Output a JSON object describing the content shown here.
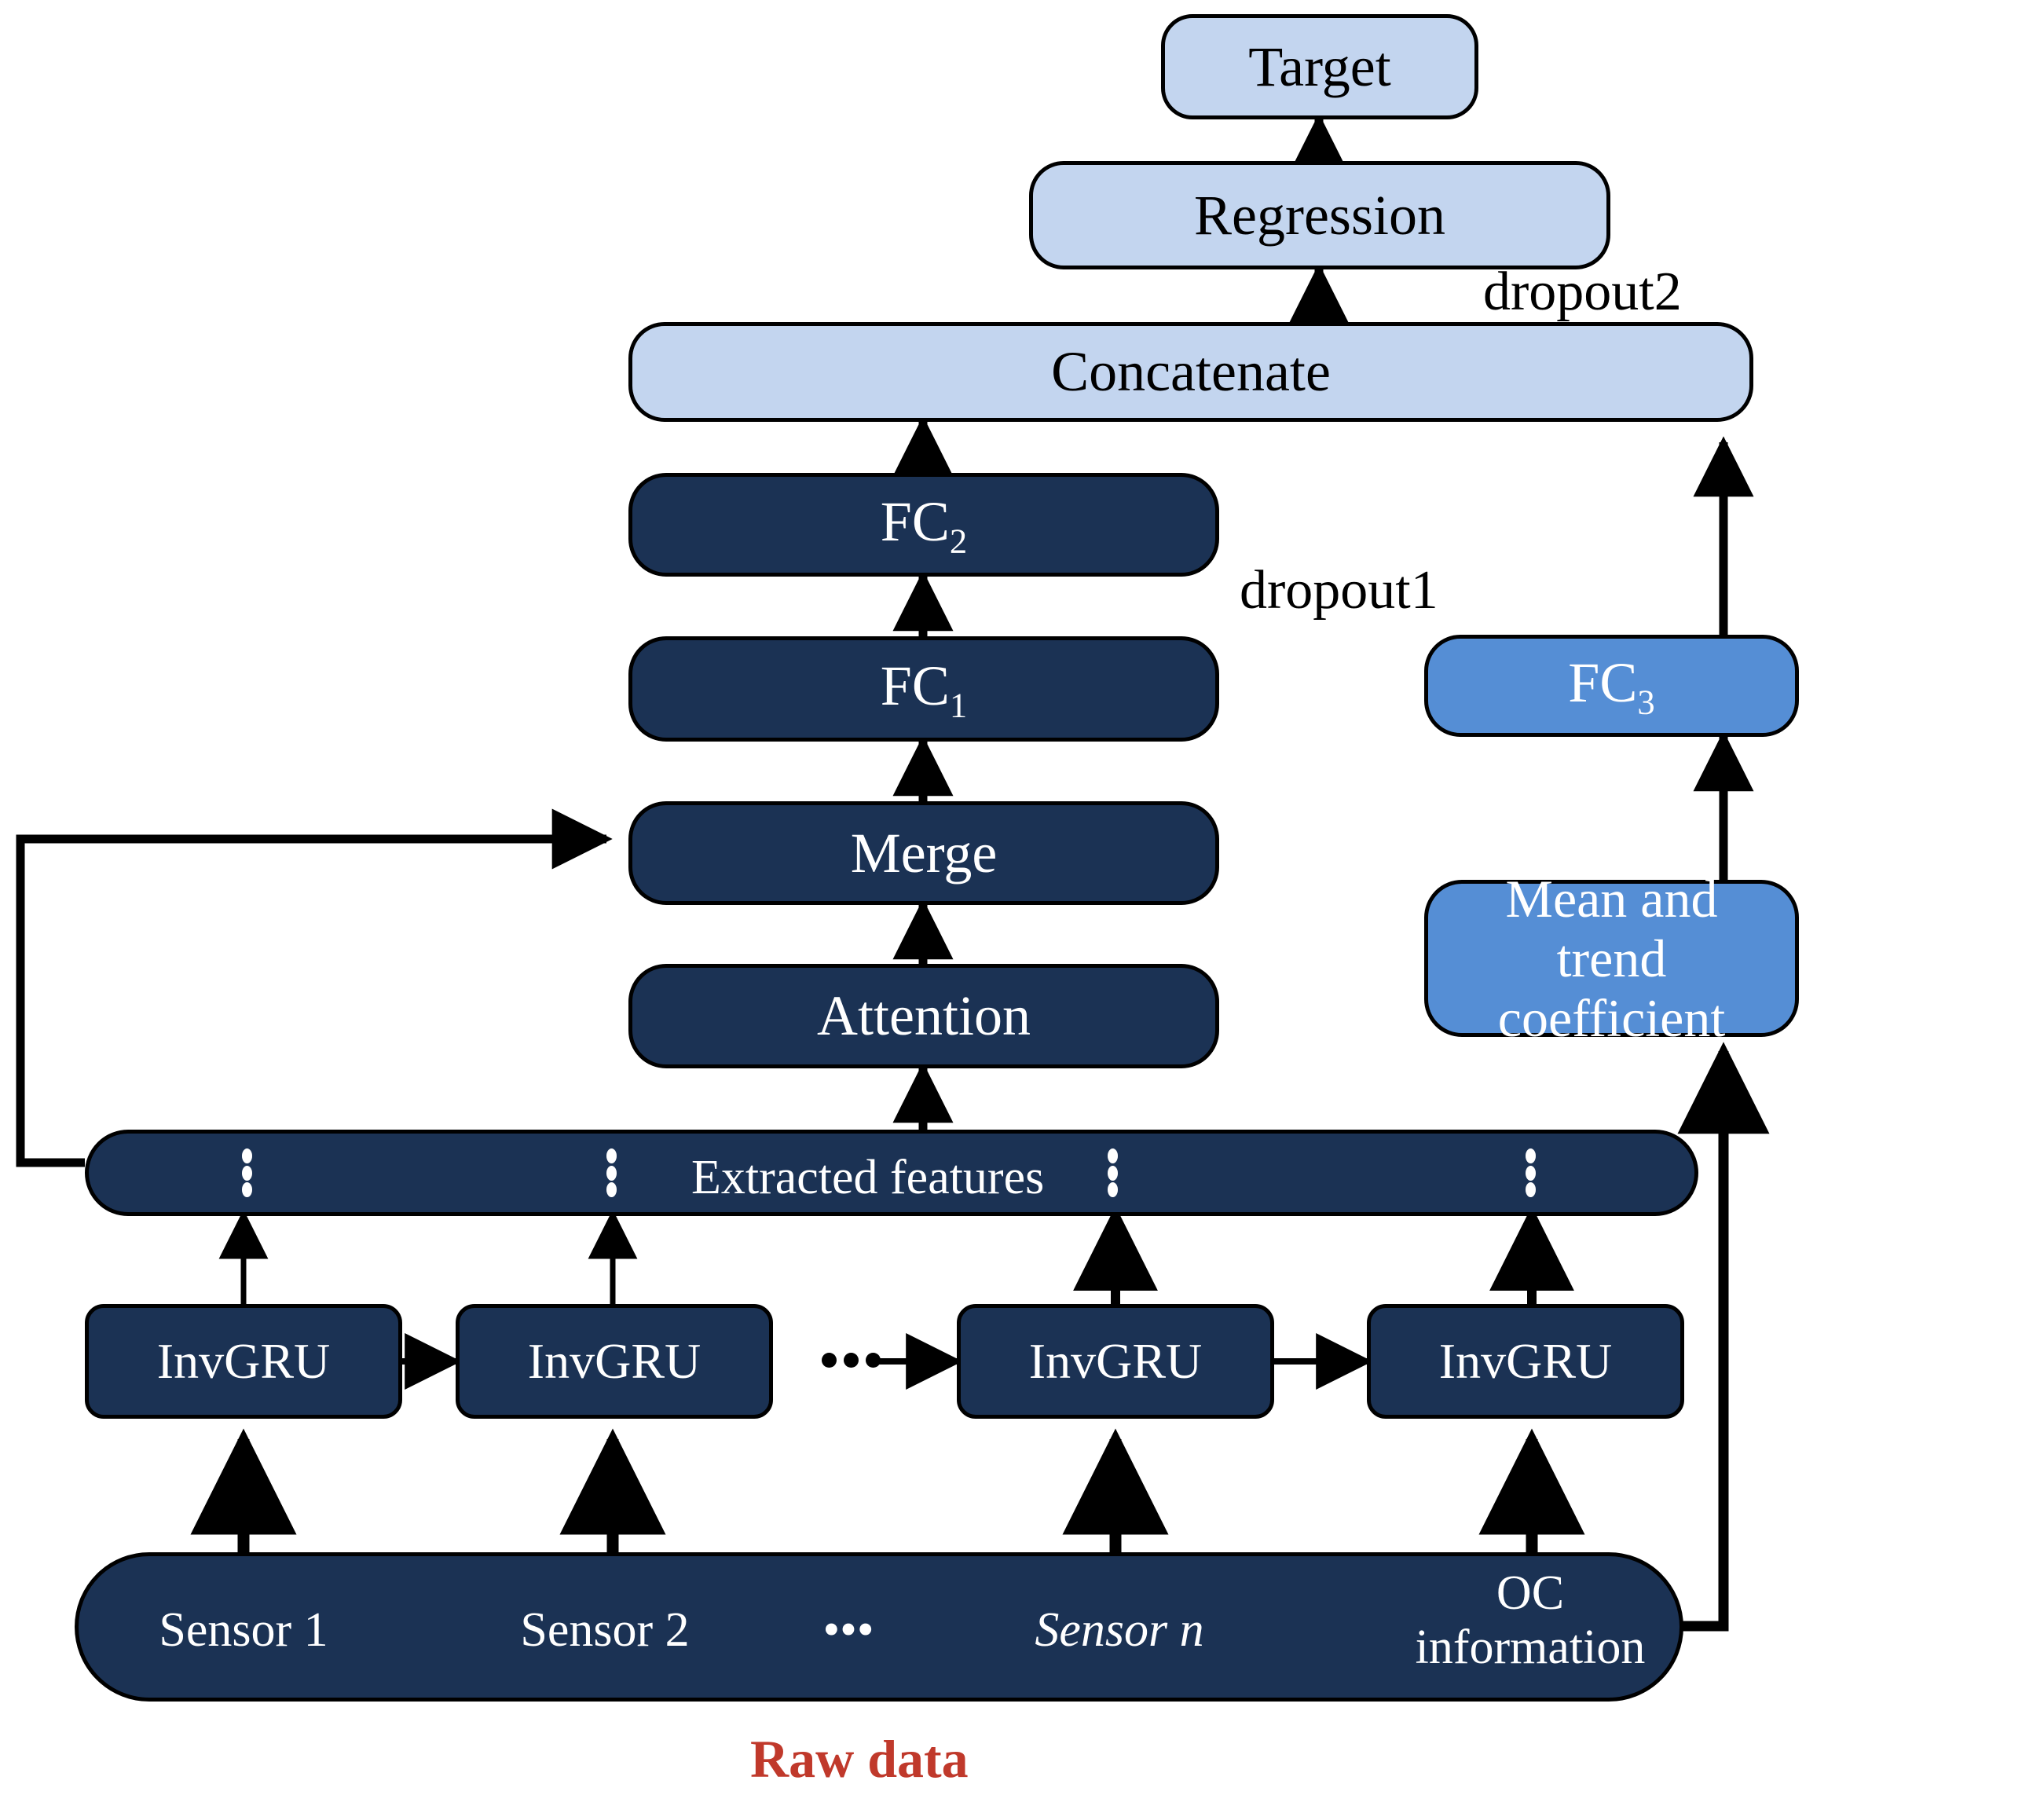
{
  "diagram": {
    "caption": "Raw data",
    "accent_colors": {
      "light_box": "#c3d5ef",
      "mid_box": "#558ed5",
      "dark_box": "#1b3254",
      "caption_red": "#c0392b",
      "stroke": "#000000"
    },
    "nodes": {
      "target": "Target",
      "regression": "Regression",
      "concatenate": "Concatenate",
      "fc2_base": "FC",
      "fc2_sub": "2",
      "fc1_base": "FC",
      "fc1_sub": "1",
      "fc3_base": "FC",
      "fc3_sub": "3",
      "merge": "Merge",
      "attention": "Attention",
      "mean_trend": "Mean and trend coefficient",
      "extracted_features": "Extracted features"
    },
    "labels": {
      "dropout2": "dropout2",
      "dropout1": "dropout1"
    },
    "invgru": [
      {
        "label": "InvGRU"
      },
      {
        "label": "InvGRU"
      },
      {
        "label": "InvGRU"
      },
      {
        "label": "InvGRU"
      }
    ],
    "invgru_ellipsis": "•••",
    "raw_data_cells": [
      {
        "line1": "Sensor 1",
        "line2": ""
      },
      {
        "line1": "Sensor 2",
        "line2": ""
      },
      {
        "line1": "•••",
        "line2": ""
      },
      {
        "line1": "Sensor n",
        "line2": "",
        "italic_tail": "n"
      },
      {
        "line1": "OC",
        "line2": "information"
      }
    ],
    "feature_dot_groups": 4,
    "dots_per_group": 3
  }
}
